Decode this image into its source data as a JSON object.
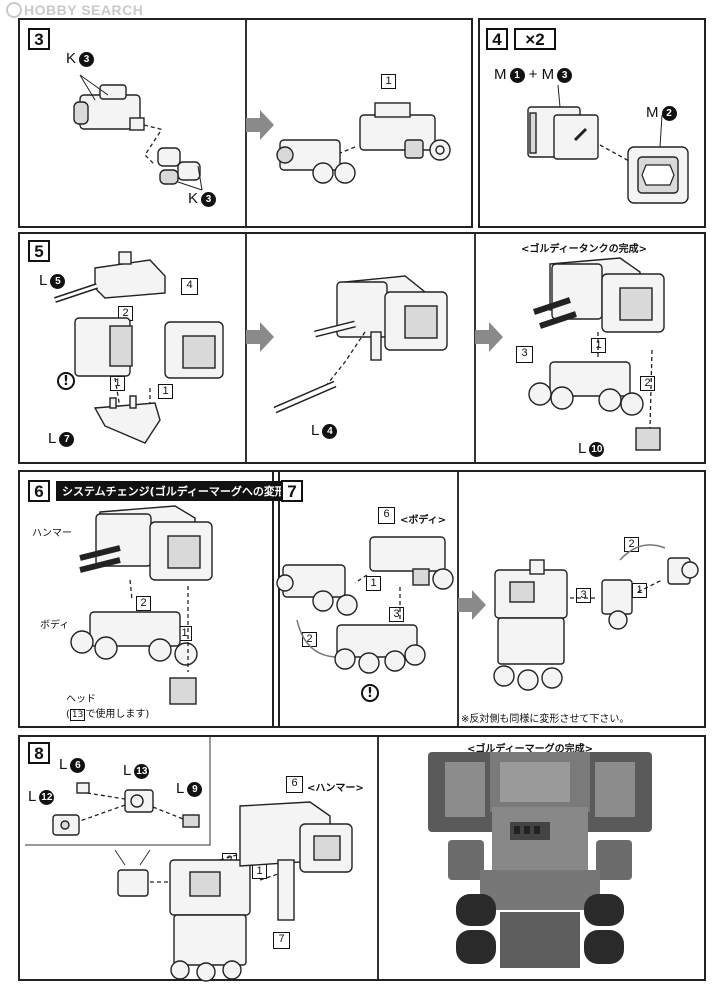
{
  "watermark": "HOBBY SEARCH",
  "steps": {
    "s3": {
      "num": "3",
      "label_k_top": "K",
      "k_top_part": "3",
      "label_k_bottom": "K",
      "k_bottom_part": "3",
      "sub1": "1"
    },
    "s4": {
      "num": "4",
      "multiplier": "×2",
      "label_m_left": "M",
      "m_left_part": "1",
      "plus": "+ M",
      "m_left_part2": "3",
      "label_m_right": "M",
      "m_right_part": "2"
    },
    "s5": {
      "num": "5",
      "caption": "<ゴルディータンクの完成>",
      "label_l5": "L",
      "l5_part": "5",
      "label_l7": "L",
      "l7_part": "7",
      "label_l4": "L",
      "l4_part": "4",
      "label_l10": "L",
      "l10_part": "10",
      "sub4": "4",
      "sub2": "2",
      "sub1a": "1",
      "sub1b": "1",
      "sub3": "3",
      "sub1c": "1",
      "sub2b": "2",
      "excl": "!"
    },
    "s6": {
      "num": "6",
      "bar": "システムチェンジ(ゴルディーマーグへの変形)",
      "hammer": "ハンマー",
      "body": "ボディ",
      "head": "ヘッド",
      "head_note_num": "13",
      "head_note": "で使用します)",
      "head_note_open": "(",
      "sub2": "2",
      "sub1": "1"
    },
    "s7": {
      "num": "7",
      "sub6": "6",
      "body_caption": "<ボディ>",
      "sub1": "1",
      "sub2": "2",
      "sub3": "3",
      "excl": "!",
      "r_sub2": "2",
      "r_sub3": "3",
      "r_sub1": "1",
      "note": "※反対側も同様に変形させて下さい。"
    },
    "s8": {
      "num": "8",
      "label_l6": "L",
      "l6_part": "6",
      "label_l13": "L",
      "l13_part": "13",
      "label_l9": "L",
      "l9_part": "9",
      "label_l12": "L",
      "l12_part": "12",
      "sub6": "6",
      "hammer_caption": "<ハンマー>",
      "sub2": "2",
      "sub1": "1",
      "sub7": "7",
      "complete_caption": "<ゴルディーマーグの完成>"
    }
  }
}
